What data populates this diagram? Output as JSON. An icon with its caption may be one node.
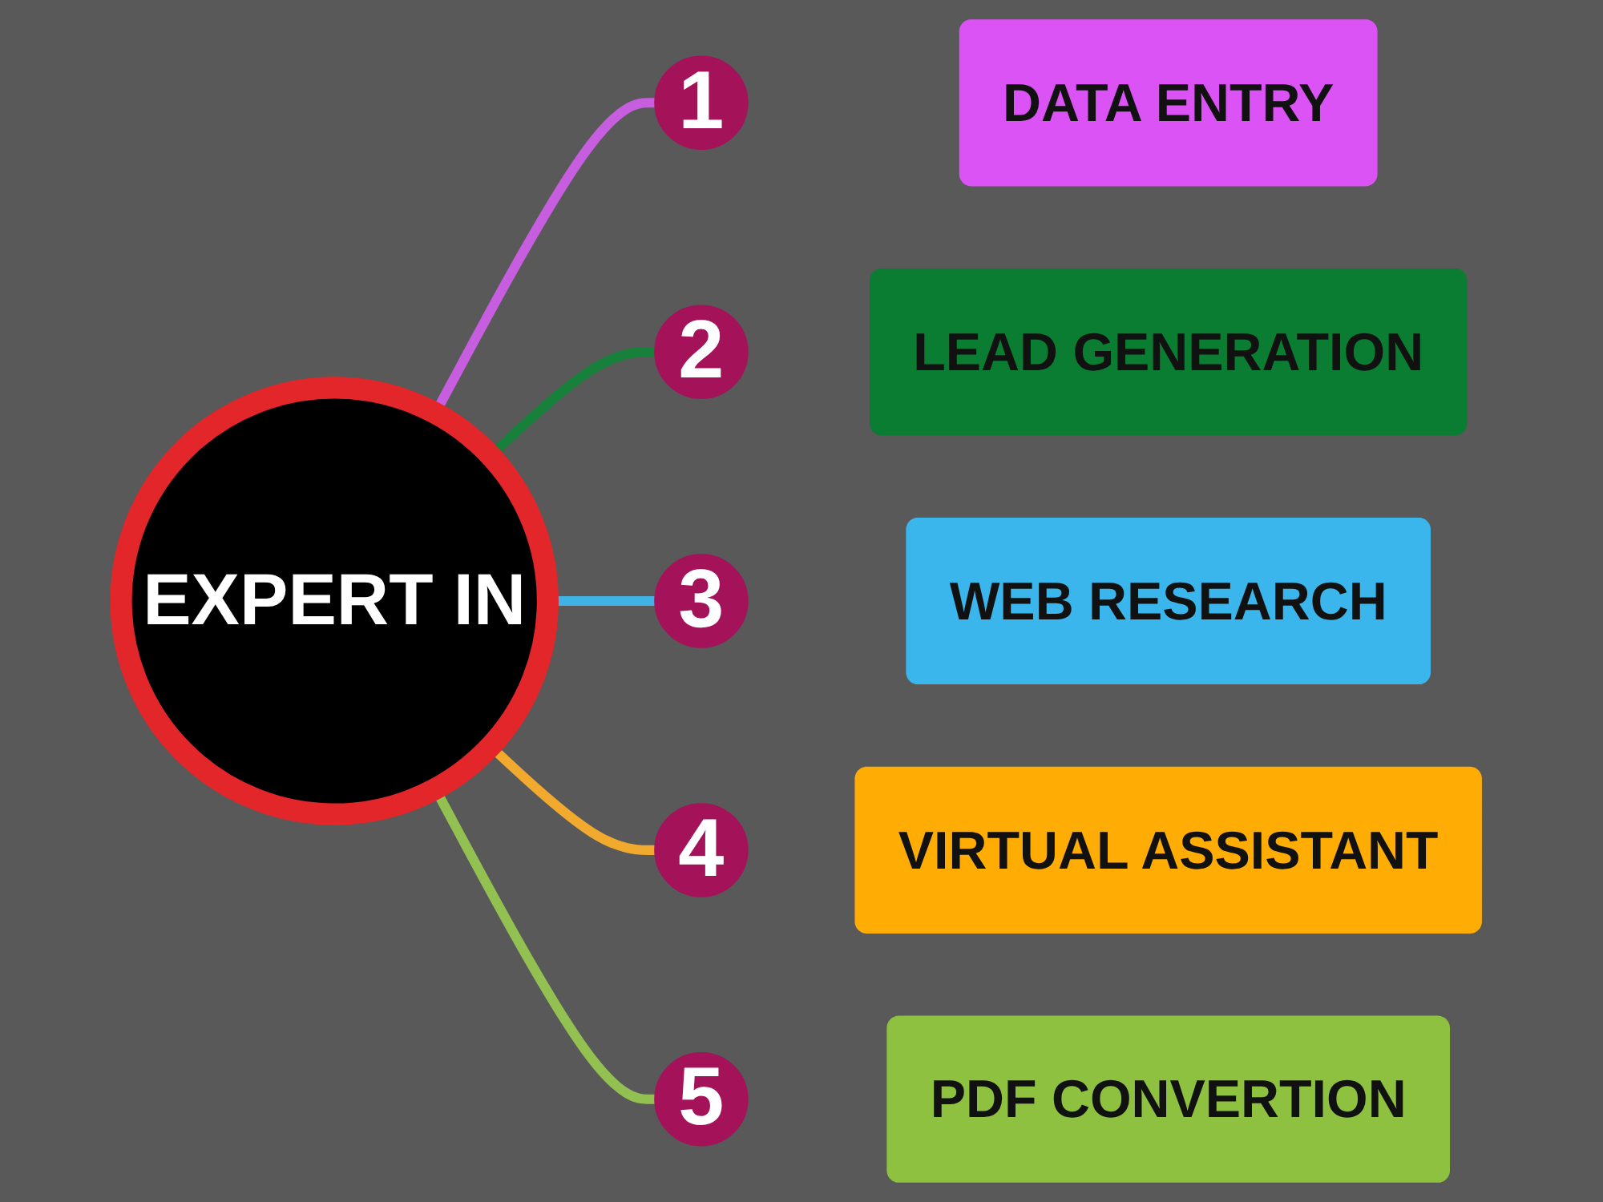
{
  "diagram": {
    "nodes": [
      {
        "text": [
          "EXPERT IN"
        ]
      },
      {
        "text": [
          "1"
        ]
      },
      {
        "text": [
          "DATA ENTRY"
        ]
      },
      {
        "text": [
          "2"
        ]
      },
      {
        "text": [
          "LEAD GENERATION"
        ]
      },
      {
        "text": [
          "3"
        ]
      },
      {
        "text": [
          "WEB RESEARCH"
        ]
      },
      {
        "text": [
          "4"
        ]
      },
      {
        "text": [
          "VIRTUAL ASSISTANT"
        ]
      },
      {
        "text": [
          "5"
        ]
      },
      {
        "text": [
          "PDF CONVERTION"
        ]
      }
    ],
    "edges": [
      {
        "from": 0,
        "to": 1,
        "arrow": "none",
        "color": "#c75ee0"
      },
      {
        "from": 0,
        "to": 3,
        "arrow": "none",
        "color": "#17803a"
      },
      {
        "from": 0,
        "to": 5,
        "arrow": "none",
        "color": "#3fb2e6"
      },
      {
        "from": 0,
        "to": 7,
        "arrow": "none",
        "color": "#f2aa2e"
      },
      {
        "from": 0,
        "to": 9,
        "arrow": "none",
        "color": "#92c152"
      }
    ]
  }
}
